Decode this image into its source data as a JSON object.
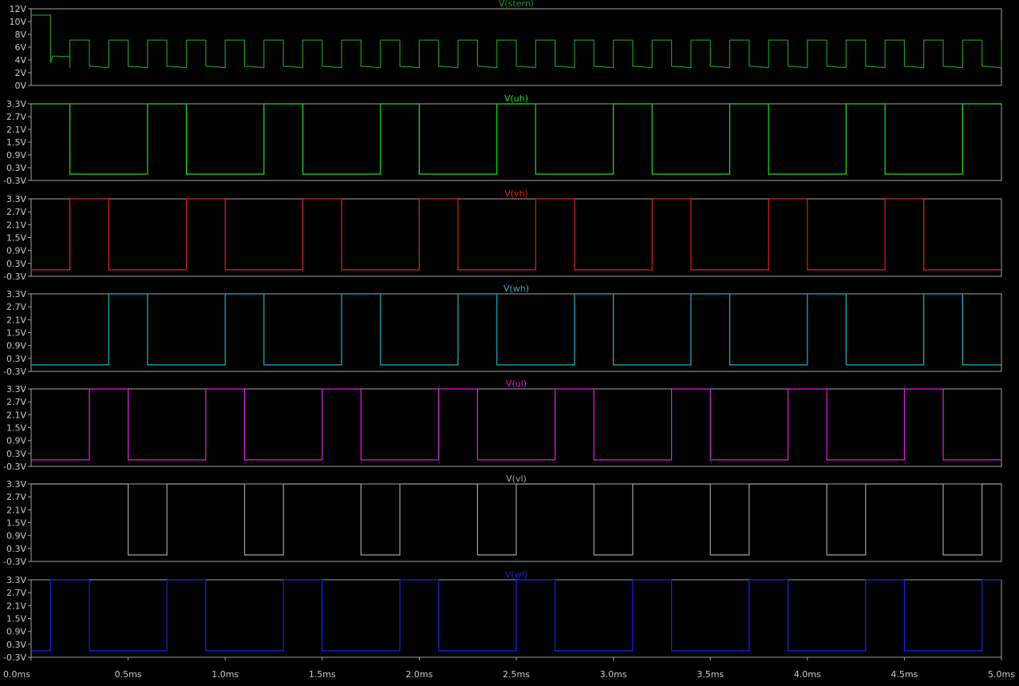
{
  "window": {
    "width": 1277,
    "height": 859
  },
  "chart_data": {
    "type": "line",
    "x_axis": {
      "unit": "ms",
      "range": [
        0,
        5
      ],
      "ticks": [
        "0.0ms",
        "0.5ms",
        "1.0ms",
        "1.5ms",
        "2.0ms",
        "2.5ms",
        "3.0ms",
        "3.5ms",
        "4.0ms",
        "4.5ms",
        "5.0ms"
      ]
    },
    "series": [
      {
        "name": "V(stern)",
        "color": "#1f9a1f",
        "ylim": [
          0,
          12
        ],
        "yticks": [
          "12V",
          "10V",
          "8V",
          "6V",
          "4V",
          "2V",
          "0V"
        ],
        "kind": "star",
        "startup": {
          "t_end": 0.1,
          "v": 11
        },
        "high_v": 7.1,
        "low_v": 2.8
      },
      {
        "name": "V(uh)",
        "color": "#20e020",
        "ylim": [
          -0.3,
          3.3
        ],
        "yticks": [
          "3.3V",
          "2.7V",
          "2.1V",
          "1.5V",
          "0.9V",
          "0.3V",
          "-0.3V"
        ],
        "high_v": 3.3,
        "low_v": 0.0,
        "intervals": [
          [
            0,
            0.2
          ],
          [
            0.6,
            0.8
          ],
          [
            1.2,
            1.4
          ],
          [
            1.8,
            2.0
          ],
          [
            2.4,
            2.6
          ],
          [
            3.0,
            3.2
          ],
          [
            3.6,
            3.8
          ],
          [
            4.2,
            4.4
          ],
          [
            4.8,
            5.0
          ]
        ]
      },
      {
        "name": "V(vh)",
        "color": "#e02020",
        "ylim": [
          -0.3,
          3.3
        ],
        "yticks": [
          "3.3V",
          "2.7V",
          "2.1V",
          "1.5V",
          "0.9V",
          "0.3V",
          "-0.3V"
        ],
        "high_v": 3.3,
        "low_v": 0.0,
        "intervals": [
          [
            0.2,
            0.4
          ],
          [
            0.8,
            1.0
          ],
          [
            1.4,
            1.6
          ],
          [
            2.0,
            2.2
          ],
          [
            2.6,
            2.8
          ],
          [
            3.2,
            3.4
          ],
          [
            3.8,
            4.0
          ],
          [
            4.4,
            4.6
          ]
        ]
      },
      {
        "name": "V(wh)",
        "color": "#20b0c0",
        "ylim": [
          -0.3,
          3.3
        ],
        "yticks": [
          "3.3V",
          "2.7V",
          "2.1V",
          "1.5V",
          "0.9V",
          "0.3V",
          "-0.3V"
        ],
        "high_v": 3.3,
        "low_v": 0.0,
        "intervals": [
          [
            0.4,
            0.6
          ],
          [
            1.0,
            1.2
          ],
          [
            1.6,
            1.8
          ],
          [
            2.2,
            2.4
          ],
          [
            2.8,
            3.0
          ],
          [
            3.4,
            3.6
          ],
          [
            4.0,
            4.2
          ],
          [
            4.6,
            4.8
          ]
        ]
      },
      {
        "name": "V(ul)",
        "color": "#e020e0",
        "ylim": [
          -0.3,
          3.3
        ],
        "yticks": [
          "3.3V",
          "2.7V",
          "2.1V",
          "1.5V",
          "0.9V",
          "0.3V",
          "-0.3V"
        ],
        "high_v": 3.3,
        "low_v": 0.0,
        "intervals": [
          [
            0.3,
            0.5
          ],
          [
            0.9,
            1.1
          ],
          [
            1.5,
            1.7
          ],
          [
            2.1,
            2.3
          ],
          [
            2.7,
            2.9
          ],
          [
            3.3,
            3.5
          ],
          [
            3.9,
            4.1
          ],
          [
            4.5,
            4.7
          ]
        ]
      },
      {
        "name": "V(vl)",
        "color": "#a0a0a0",
        "ylim": [
          -0.3,
          3.3
        ],
        "yticks": [
          "3.3V",
          "2.7V",
          "2.1V",
          "1.5V",
          "0.9V",
          "0.3V",
          "-0.3V"
        ],
        "high_v": 3.3,
        "low_v": 0.0,
        "intervals": [
          [
            0,
            0.5
          ],
          [
            0.7,
            1.1
          ],
          [
            1.3,
            1.7
          ],
          [
            1.9,
            2.3
          ],
          [
            2.5,
            2.9
          ],
          [
            3.1,
            3.5
          ],
          [
            3.7,
            4.1
          ],
          [
            4.3,
            4.7
          ],
          [
            4.9,
            5.0
          ]
        ]
      },
      {
        "name": "V(wl)",
        "color": "#2020e0",
        "ylim": [
          -0.3,
          3.3
        ],
        "yticks": [
          "3.3V",
          "2.7V",
          "2.1V",
          "1.5V",
          "0.9V",
          "0.3V",
          "-0.3V"
        ],
        "high_v": 3.3,
        "low_v": 0.0,
        "intervals": [
          [
            0.1,
            0.3
          ],
          [
            0.7,
            0.9
          ],
          [
            1.3,
            1.5
          ],
          [
            1.9,
            2.1
          ],
          [
            2.5,
            2.7
          ],
          [
            3.1,
            3.3
          ],
          [
            3.7,
            3.9
          ],
          [
            4.3,
            4.5
          ],
          [
            4.9,
            5.0
          ]
        ]
      }
    ],
    "grid": false,
    "legend": "titles above each pane"
  }
}
